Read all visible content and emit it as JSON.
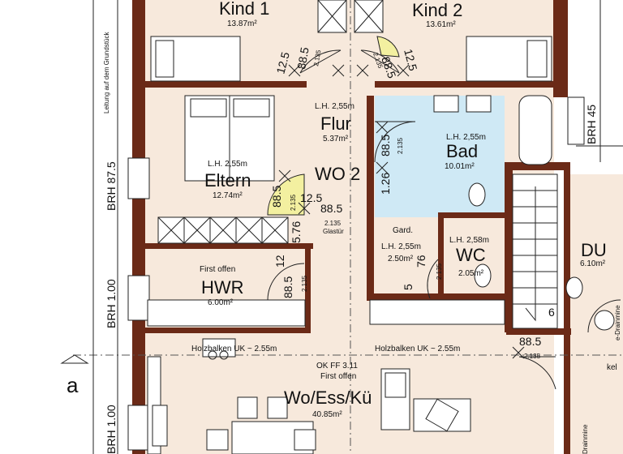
{
  "rooms": {
    "kind1": {
      "name": "Kind 1",
      "area": "13.87m²"
    },
    "kind2": {
      "name": "Kind 2",
      "area": "13.61m²"
    },
    "flur": {
      "height": "L.H. 2,55m",
      "name": "Flur",
      "area": "5.37m²"
    },
    "bad": {
      "height": "L.H. 2,55m",
      "name": "Bad",
      "area": "10.01m²"
    },
    "eltern": {
      "height": "L.H. 2,55m",
      "name": "Eltern",
      "area": "12.74m²"
    },
    "wo2": {
      "name": "WO 2"
    },
    "gard": {
      "name": "Gard.",
      "height": "L.H. 2,55m",
      "area": "2.50m²"
    },
    "wc": {
      "height": "L.H. 2,58m",
      "name": "WC",
      "area": "2.05m²"
    },
    "hwr": {
      "note": "First offen",
      "name": "HWR",
      "area": "6.00m²"
    },
    "du": {
      "name": "DU",
      "area": "6.10m²"
    },
    "woesskue": {
      "ok": "OK FF 3.11",
      "note": "First offen",
      "name": "Wo/Ess/Kü",
      "area": "40.85m²"
    }
  },
  "dimensions": {
    "d1": "12.5",
    "d2": "88.5",
    "d3": "2.135",
    "d4": "88.5",
    "d5": "2.135",
    "d6": "12.5",
    "d7": "88.5",
    "d8": "2.135",
    "d9": "1.26",
    "d10": "88.5",
    "d11": "2.135",
    "d12": "12.5",
    "d13": "88.5",
    "d14": "2.135",
    "d15": "Glastür",
    "d16": "5.76",
    "d17": "12",
    "d18": "88.5",
    "d19": "2.135",
    "d20": "76",
    "d21": "2.135",
    "d22": "5",
    "d23": "6",
    "d24": "88.5",
    "d25": "2.135"
  },
  "beams": {
    "left": "Holzbalken UK ~ 2.55m",
    "right": "Holzbalken UK ~ 2.55m"
  },
  "side_labels": {
    "brh875": "BRH 87.5",
    "brh100a": "BRH 1.00",
    "brh100b": "BRH 1.00",
    "brh45": "BRH 45",
    "grund": "Leitung auf dem Grundstück"
  },
  "section_marker": "a",
  "right_labels": {
    "kel": "kel",
    "drain": "Drainmine",
    "edge": "e-Drainmine"
  }
}
